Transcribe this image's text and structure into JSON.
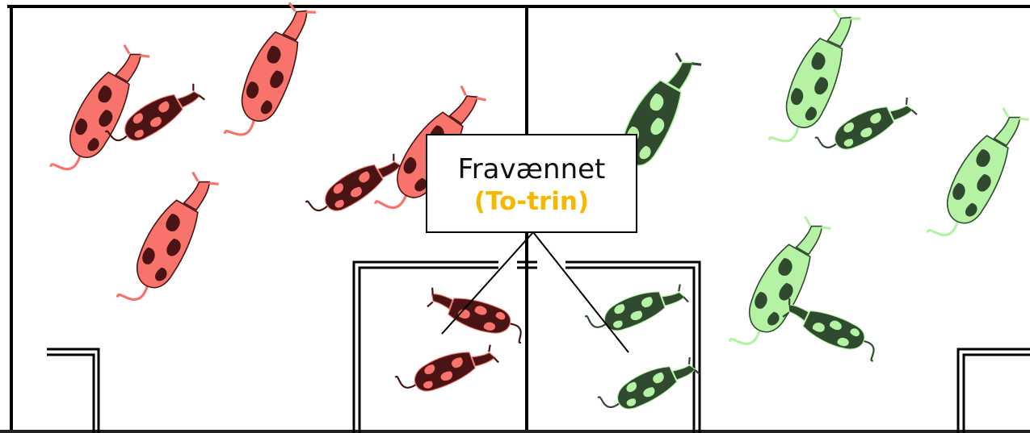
{
  "callout": {
    "title": "Fravænnet",
    "subtitle": "(To-trin)"
  },
  "colors": {
    "left_cow_light": "#f7736b",
    "left_cow_dark": "#4a1414",
    "right_cow_light": "#b6f2a4",
    "right_cow_dark": "#2f4a2f",
    "subtitle_accent": "#f5b800",
    "walls": "#000000"
  },
  "cows": {
    "left": [
      {
        "shade": "light",
        "heading": 30
      },
      {
        "shade": "dark",
        "heading": 60
      },
      {
        "shade": "light",
        "heading": 25
      },
      {
        "shade": "light",
        "heading": 30
      },
      {
        "shade": "dark",
        "heading": 60
      },
      {
        "shade": "light",
        "heading": 35
      },
      {
        "shade": "dark",
        "heading": -70
      },
      {
        "shade": "dark",
        "heading": 70
      }
    ],
    "right": [
      {
        "shade": "dark",
        "heading": 30
      },
      {
        "shade": "light",
        "heading": 25
      },
      {
        "shade": "dark",
        "heading": 65
      },
      {
        "shade": "light",
        "heading": 30
      },
      {
        "shade": "light",
        "heading": 30
      },
      {
        "shade": "dark",
        "heading": -65
      },
      {
        "shade": "dark",
        "heading": 70
      },
      {
        "shade": "dark",
        "heading": 65
      }
    ]
  }
}
